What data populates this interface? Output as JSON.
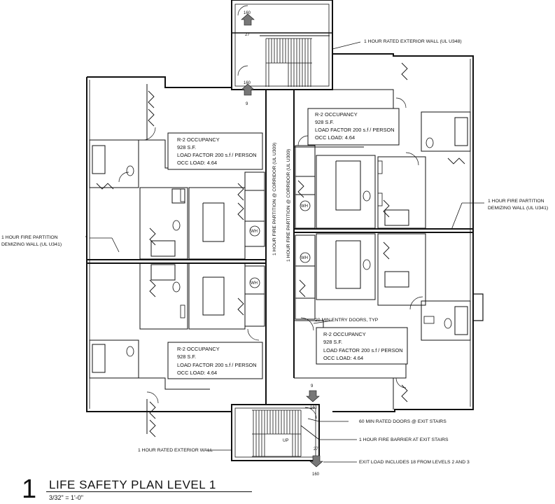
{
  "title": {
    "number": "1",
    "text": "LIFE SAFETY PLAN LEVEL 1",
    "scale": "3/32\" = 1'-0\""
  },
  "units": [
    {
      "occupancy": "R-2 OCCUPANCY",
      "area": "928 S.F.",
      "load_factor": "LOAD FACTOR 200 s.f / PERSON",
      "occ_load": "OCC LOAD: 4.64"
    },
    {
      "occupancy": "R-2 OCCUPANCY",
      "area": "928 S.F.",
      "load_factor": "LOAD FACTOR 200 s.f / PERSON",
      "occ_load": "OCC LOAD: 4.64"
    },
    {
      "occupancy": "R-2 OCCUPANCY",
      "area": "928 S.F.",
      "load_factor": "LOAD FACTOR 200 s.f / PERSON",
      "occ_load": "OCC LOAD: 4.64"
    },
    {
      "occupancy": "R-2 OCCUPANCY",
      "area": "928 S.F.",
      "load_factor": "LOAD FACTOR 200 s.f / PERSON",
      "occ_load": "OCC LOAD: 4.64"
    }
  ],
  "callouts": {
    "ext_wall_top": "1 HOUR RATED EXTERIOR WALL  (UL U348)",
    "fire_partition_right_1": "1 HOUR FIRE PARTITION",
    "fire_partition_right_2": "DEMIZING WALL (UL U341)",
    "fire_partition_left_1": "1 HOUR FIRE PARTITION",
    "fire_partition_left_2": "DEMIZING WALL (UL U341)",
    "entry_doors": "20 MIN ENTRY DOORS, TYP",
    "rated_doors": "60 MIN RATED DOORS @ EXIT STAIRS",
    "fire_barrier": "1 HOUR FIRE BARRIER AT EXIT STAIRS",
    "exit_load": "EXIT LOAD INCLUDES 18 FROM LEVELS 2 AND 3",
    "ext_wall_bottom": "1 HOUR RATED EXTERIOR WALL"
  },
  "corridor_labels": {
    "left": "1 HOUR FIRE PARTITION @ CORRIDOR (UL U309)",
    "right": "1 HOUR FIRE PARTITION @ CORRIDOR (UL U309)"
  },
  "exit_markers": {
    "top_exit": "160",
    "top_width": "27",
    "stair_exit": "160",
    "stair_count": "9",
    "bottom_count": "9",
    "bottom_exit": "160",
    "bottom_width": "27",
    "bottom_final": "160"
  },
  "stair_label": "UP",
  "wh_labels": [
    "WH",
    "WH",
    "WH",
    "WH"
  ]
}
